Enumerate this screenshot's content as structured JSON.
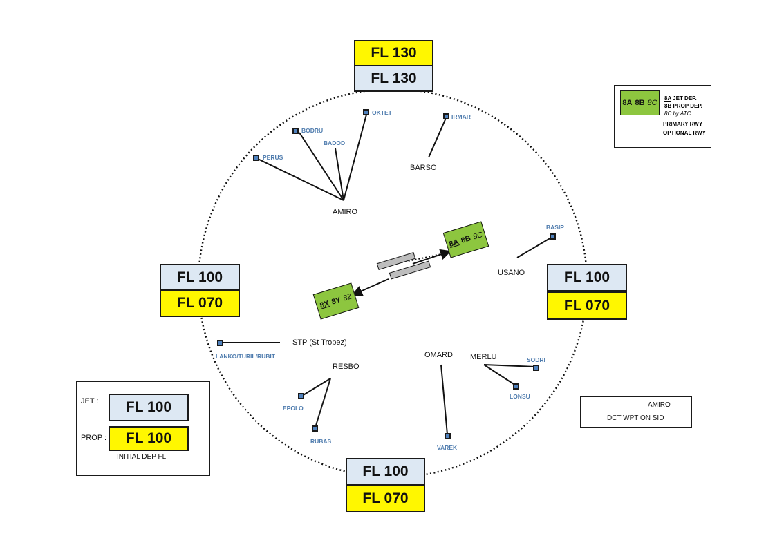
{
  "sectors": {
    "north": {
      "top": "FL 130",
      "bottom": "FL 130"
    },
    "west": {
      "top": "FL 100",
      "bottom": "FL 070"
    },
    "east": {
      "top": "FL 100",
      "bottom": "FL 070"
    },
    "south": {
      "top": "FL 100",
      "bottom": "FL 070"
    }
  },
  "waypoints": {
    "oktet": "OKTET",
    "bodru": "BODRU",
    "badod": "BADOD",
    "perus": "PERUS",
    "irmar": "IRMAR",
    "basip": "BASIP",
    "lanko": "LANKO/TURIL/RUBIT",
    "sodri": "SODRI",
    "lonsu": "LONSU",
    "epolo": "EPOLO",
    "rubas": "RUBAS",
    "varek": "VAREK"
  },
  "points": {
    "amiro": "AMIRO",
    "barso": "BARSO",
    "usano": "USANO",
    "stp": "STP (St Tropez)",
    "resbo": "RESBO",
    "omard": "OMARD",
    "merlu": "MERLU"
  },
  "runway": {
    "east_box": {
      "a": "8A",
      "b": "8B",
      "c": "8C"
    },
    "west_box": {
      "a": "8X",
      "b": "8Y",
      "c": "8Z"
    }
  },
  "legend_top": {
    "box": {
      "a": "8A",
      "b": "8B",
      "c": "8C"
    },
    "line1_u": "8A",
    "line1": " JET DEP.",
    "line2": "8B PROP DEP.",
    "line3": "8C by ATC",
    "primary": "PRIMARY RWY",
    "optional": "OPTIONAL RWY"
  },
  "legend_left": {
    "jet_label": "JET :",
    "jet_fl": "FL 100",
    "prop_label": "PROP :",
    "prop_fl": "FL 100",
    "caption": "INITIAL DEP FL"
  },
  "legend_right": {
    "line_label": "AMIRO",
    "caption": "DCT WPT ON SID"
  },
  "colors": {
    "blue_box": "#dde8f3",
    "yellow_box": "#fff700",
    "runway_box": "#8dc63f",
    "waypoint": "#4f81bd",
    "waypoint_label": "#4f7cae"
  }
}
